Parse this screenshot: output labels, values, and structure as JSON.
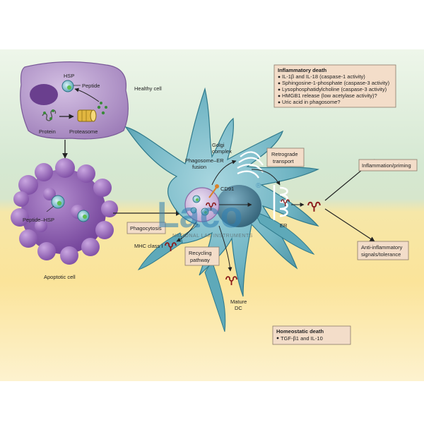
{
  "labels": {
    "hsp": "HSP",
    "peptide": "Peptide",
    "healthy_cell": "Healthy cell",
    "protein": "Protein",
    "proteasome": "Proteasome",
    "peptide_hsp": "Peptide–HSP",
    "apoptotic_cell": "Apoptotic cell",
    "golgi_line1": "Golgi",
    "golgi_line2": "complex",
    "phagosome_line1": "Phagosome–ER",
    "phagosome_line2": "fusion",
    "cd91": "CD91",
    "er": "ER",
    "mhc_class_i": "MHC class I",
    "mature_line1": "Mature",
    "mature_line2": "DC"
  },
  "boxes": {
    "phagocytosis": "Phagocytosis",
    "retrograde_line1": "Retrograde",
    "retrograde_line2": "transport",
    "recycling_line1": "Recycling",
    "recycling_line2": "pathway",
    "inflammation_priming": "Inflammation/priming",
    "anti_line1": "Anti-inflammatory",
    "anti_line2": "signals/tolerance"
  },
  "inflammatory_death": {
    "title": "Inflammatory death",
    "items": [
      "IL-1β and IL-18 (caspase-1 activity)",
      "Sphingosine-1-phosphate (caspase-3 activity)",
      "Lysophosphatidylcholine (caspase-3 activity)",
      "HMGB1 release (low acetylase activity)?",
      "Uric acid in phagosome?"
    ]
  },
  "homeostatic_death": {
    "title": "Homeostatic death",
    "items": [
      "TGF-β1 and IL-10"
    ]
  },
  "watermark": {
    "logo": "Laco",
    "registered": "®",
    "tagline": "NATIONAL LAB INSTRUMENTS"
  },
  "colors": {
    "top_band": "#d6e9d3",
    "bottom_band": "#fbe39a",
    "healthy_cell": "#a98ac2",
    "apoptotic_cell": "#7e4ea3",
    "dendritic_cell": "#5da9ba",
    "nucleus": "#3d6f86",
    "box_fill": "#f3ddc9",
    "receptor": "#8b1a1a"
  }
}
